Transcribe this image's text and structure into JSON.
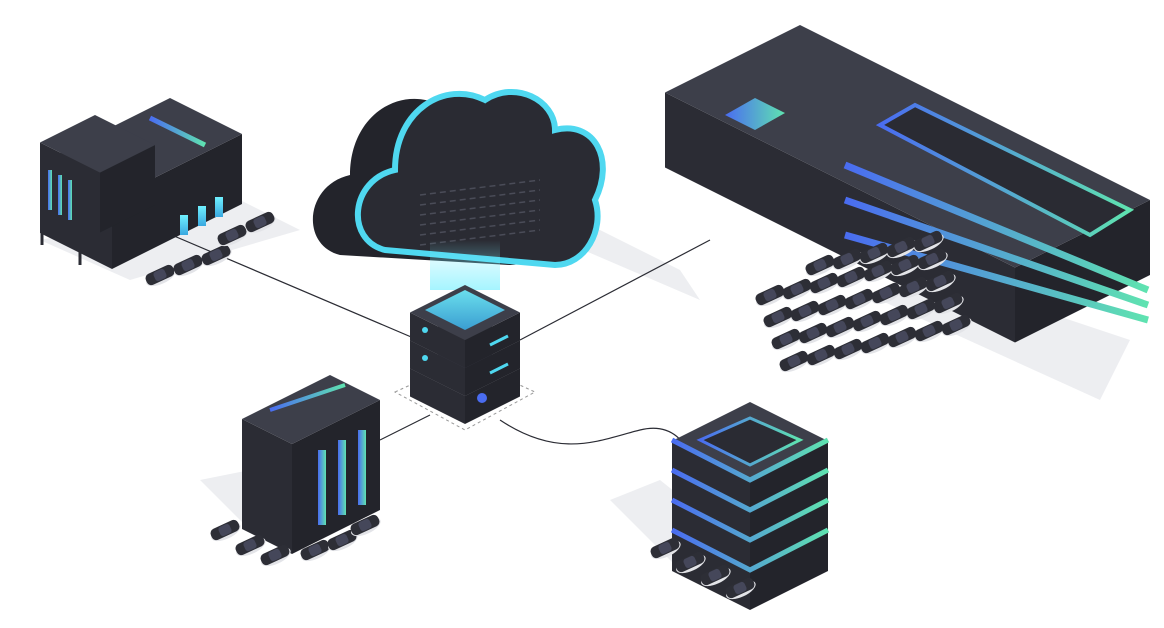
{
  "colors": {
    "face_top": "#3d3f4a",
    "face_left": "#2b2c34",
    "face_right": "#23242b",
    "accent_cyan": "#4fd8f0",
    "accent_blue": "#4a6cf0",
    "accent_green": "#5fe3b0",
    "shadow": "#e9eaee",
    "line": "#2b2c34"
  },
  "nodes": [
    {
      "id": "office-building",
      "icon": "office-building-icon"
    },
    {
      "id": "cloud",
      "icon": "cloud-icon"
    },
    {
      "id": "central-server",
      "icon": "server-stack-icon"
    },
    {
      "id": "headquarters",
      "icon": "headquarters-icon"
    },
    {
      "id": "tower-building",
      "icon": "tower-building-icon"
    },
    {
      "id": "data-center",
      "icon": "data-center-icon"
    }
  ],
  "icons": [
    "car-icon",
    "logo-icon"
  ]
}
